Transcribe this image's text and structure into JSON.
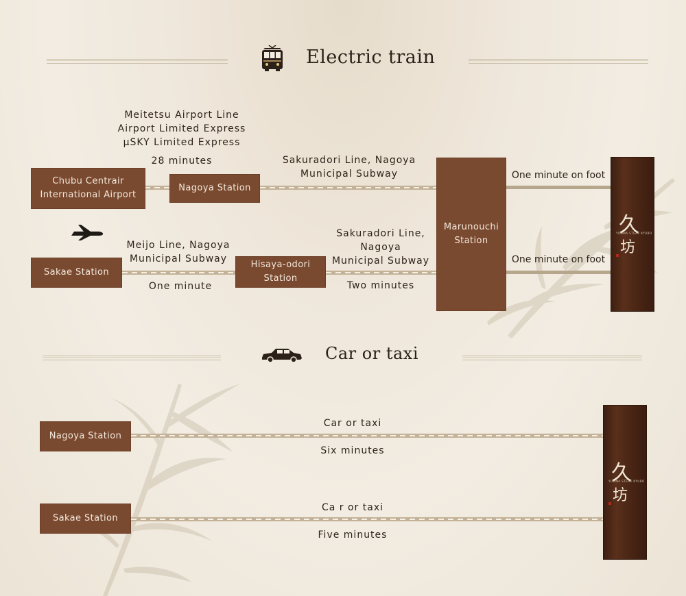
{
  "train_section": {
    "title": "Electric train",
    "icon": "train-icon",
    "route1": {
      "origin": "Chubu Centrair\nInternational Airport",
      "line_info": "Meitetsu Airport Line\nAirport Limited Express\nμSKY Limited Express",
      "duration": "28 minutes",
      "transfer": "Nagoya Station",
      "subway": "Sakuradori Line, Nagoya\nMunicipal Subway"
    },
    "route2": {
      "origin": "Sakae Station",
      "line_info": "Meijo Line, Nagoya\nMunicipal Subway",
      "duration": "One minute",
      "transfer": "Hisaya-odori\nStation",
      "subway": "Sakuradori Line,\nNagoya\nMunicipal Subway",
      "subway_duration": "Two minutes"
    },
    "hub": "Marunouchi\nStation",
    "walk1": "One minute on foot",
    "walk2": "One minute on foot",
    "airplane_icon": "airplane-icon"
  },
  "car_section": {
    "title": "Car or taxi",
    "icon": "car-icon",
    "route1": {
      "origin": "Nagoya Station",
      "mode": "Car or taxi",
      "duration": "Six minutes"
    },
    "route2": {
      "origin": "Sakae Station",
      "mode": "Ca r or taxi",
      "duration": "Five minutes"
    }
  },
  "destination_sign": {
    "brush_char_1": "久",
    "brush_char_2": "坊",
    "subtitle": "YUMMA STEAK KYUBO"
  },
  "colors": {
    "box": "#7a4a30",
    "line": "#c3b298",
    "background": "#efe7db",
    "sign": "#4a2615"
  }
}
